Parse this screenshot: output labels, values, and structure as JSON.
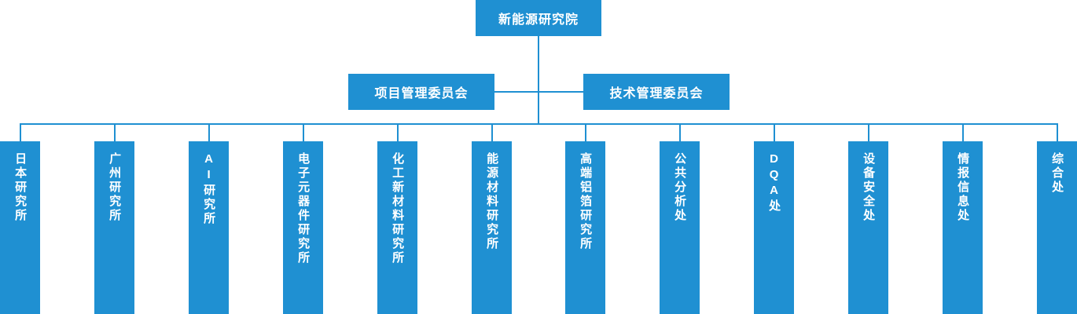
{
  "diagram": {
    "type": "org-chart",
    "accent_color": "#1f90d2",
    "text_color": "#ffffff",
    "background_color": "#ffffff",
    "orientation": "top-down",
    "root": {
      "label": "新能源研究院"
    },
    "committees": [
      {
        "label": "项目管理委员会",
        "side": "left"
      },
      {
        "label": "技术管理委员会",
        "side": "right"
      }
    ],
    "departments": [
      {
        "label": "日本研究所"
      },
      {
        "label": "广州研究所"
      },
      {
        "label": "AI研究所"
      },
      {
        "label": "电子元器件研究所"
      },
      {
        "label": "化工新材料研究所"
      },
      {
        "label": "能源材料研究所"
      },
      {
        "label": "高端铝箔研究所"
      },
      {
        "label": "公共分析处"
      },
      {
        "label": "DQA处"
      },
      {
        "label": "设备安全处"
      },
      {
        "label": "情报信息处"
      },
      {
        "label": "综合处"
      }
    ]
  }
}
